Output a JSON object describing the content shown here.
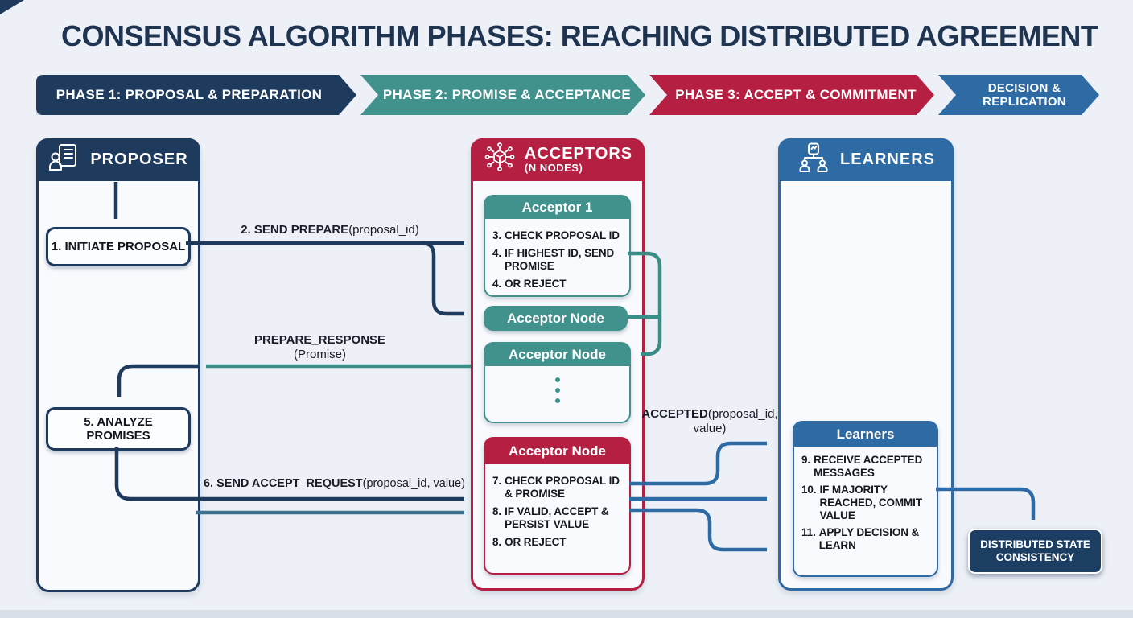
{
  "title": "CONSENSUS ALGORITHM PHASES: REACHING DISTRIBUTED AGREEMENT",
  "phase_banner": {
    "phase1": "PHASE 1: PROPOSAL & PREPARATION",
    "phase2": "PHASE 2: PROMISE & ACCEPTANCE",
    "phase3": "PHASE 3: ACCEPT & COMMITMENT",
    "phase4": "DECISION & REPLICATION"
  },
  "proposer": {
    "title": "PROPOSER",
    "initiate_box": "1. INITIATE PROPOSAL",
    "analyze_box": "5. ANALYZE PROMISES"
  },
  "acceptors": {
    "title": "ACCEPTORS",
    "subtitle": "(N NODES)",
    "acceptor1": {
      "title": "Acceptor 1",
      "items": [
        {
          "num": "3.",
          "text": "CHECK PROPOSAL ID"
        },
        {
          "num": "4.",
          "text": "IF HIGHEST ID, SEND PROMISE"
        },
        {
          "num": "4.",
          "text": "OR REJECT"
        }
      ]
    },
    "node_pill": "Acceptor Node",
    "node2_title": "Acceptor Node",
    "node3": {
      "title": "Acceptor Node",
      "items": [
        {
          "num": "7.",
          "text": "CHECK PROPOSAL ID & PROMISE"
        },
        {
          "num": "8.",
          "text": "IF VALID, ACCEPT & PERSIST VALUE"
        },
        {
          "num": "8.",
          "text": "OR REJECT"
        }
      ]
    }
  },
  "learners": {
    "title": "LEARNERS",
    "inner": {
      "title": "Learners",
      "items": [
        {
          "num": "9.",
          "text": "RECEIVE ACCEPTED MESSAGES"
        },
        {
          "num": "10.",
          "text": "IF MAJORITY REACHED, COMMIT VALUE"
        },
        {
          "num": "11.",
          "text": "APPLY DECISION & LEARN"
        }
      ]
    }
  },
  "messages": {
    "send_prepare": {
      "bold": "2. SEND PREPARE",
      "normal": "(proposal_id)"
    },
    "prepare_response": {
      "bold": "PREPARE_RESPONSE",
      "normal": "(Promise)"
    },
    "accept_request": {
      "bold": "6. SEND ACCEPT_REQUEST",
      "normal": "(proposal_id, value)"
    },
    "accepted": {
      "bold": "ACCEPTED",
      "normal": "(proposal_id, value)"
    }
  },
  "outcome_box": "DISTRIBUTED STATE CONSISTENCY",
  "colors": {
    "navy": "#1e3a5c",
    "teal": "#41918c",
    "crimson": "#b51f41",
    "blue": "#2e6ba4",
    "steel": "#3d7392",
    "background": "#edf1f7",
    "title_text": "#1e3450",
    "body_text": "#17171f"
  }
}
